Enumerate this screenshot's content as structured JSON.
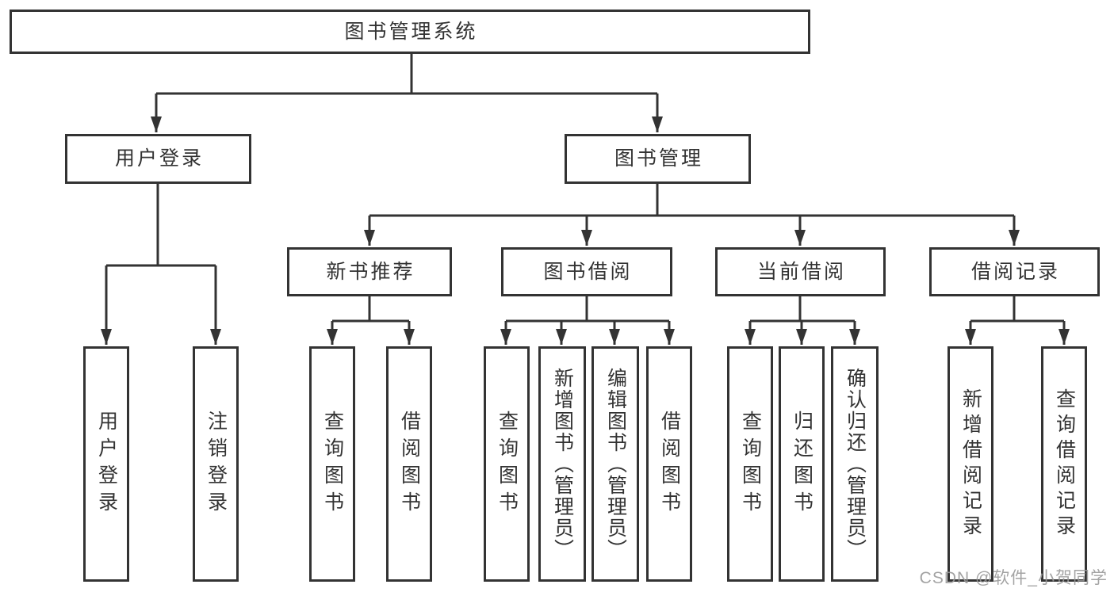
{
  "tree": {
    "root": {
      "label": "图书管理系统"
    },
    "branches": [
      {
        "label": "用户登录",
        "children": [
          {
            "label": "用户登录"
          },
          {
            "label": "注销登录"
          }
        ]
      },
      {
        "label": "图书管理",
        "children": [
          {
            "label": "新书推荐",
            "children": [
              {
                "label": "查询图书"
              },
              {
                "label": "借阅图书"
              }
            ]
          },
          {
            "label": "图书借阅",
            "children": [
              {
                "label": "查询图书"
              },
              {
                "label": "新增图书（管理员）"
              },
              {
                "label": "编辑图书（管理员）"
              },
              {
                "label": "借阅图书"
              }
            ]
          },
          {
            "label": "当前借阅",
            "children": [
              {
                "label": "查询图书"
              },
              {
                "label": "归还图书"
              },
              {
                "label": "确认归还（管理员）"
              }
            ]
          },
          {
            "label": "借阅记录",
            "children": [
              {
                "label": "新增借阅记录"
              },
              {
                "label": "查询借阅记录"
              }
            ]
          }
        ]
      }
    ]
  },
  "watermark": {
    "text": "CSDN @软件_小贺同学"
  },
  "colors": {
    "line": "#333333",
    "text": "#333333",
    "background": "#ffffff",
    "watermark": "#999999"
  }
}
